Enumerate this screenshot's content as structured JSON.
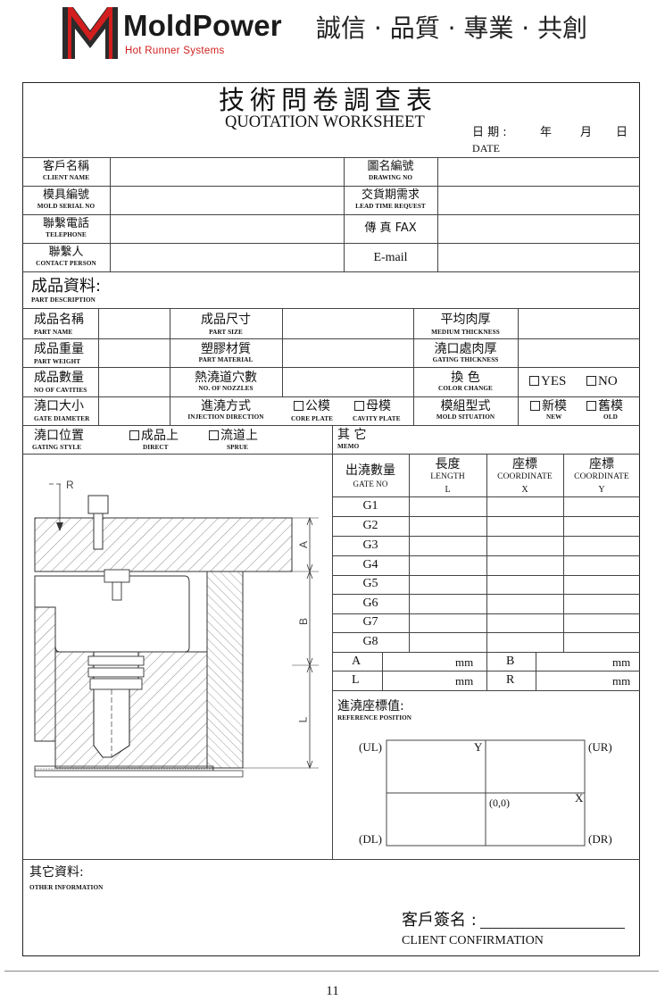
{
  "header": {
    "brand": "MoldPower",
    "brand_sub": "Hot Runner Systems",
    "slogan": "誠信 · 品質 · 專業 · 共創"
  },
  "title": {
    "zh": "技術問卷調查表",
    "en": "QUOTATION WORKSHEET"
  },
  "date": {
    "label_zh": "日 期 :",
    "label_en": "DATE",
    "year": "年",
    "month": "月",
    "day": "日"
  },
  "client_info": [
    {
      "zh": "客戶名稱",
      "en": "CLIENT NAME",
      "zh2": "圖名編號",
      "en2": "DRAWING NO"
    },
    {
      "zh": "模具編號",
      "en": "MOLD SERIAL NO",
      "zh2": "交貨期需求",
      "en2": "LEAD TIME REQUEST"
    },
    {
      "zh": "聯繫電話",
      "en": "TELEPHONE",
      "zh2": "傳 真 FAX",
      "en2": ""
    },
    {
      "zh": "聯繫人",
      "en": "CONTACT PERSON",
      "zh2": "E-mail",
      "en2": ""
    }
  ],
  "part": {
    "section_zh": "成品資料:",
    "section_en": "PART DESCRIPTION",
    "name_zh": "成品名稱",
    "name_en": "PART NAME",
    "size_zh": "成品尺寸",
    "size_en": "PART SIZE",
    "thick_zh": "平均肉厚",
    "thick_en": "MEDIUM THICKNESS",
    "weight_zh": "成品重量",
    "weight_en": "PART WEIGHT",
    "material_zh": "塑膠材質",
    "material_en": "PART MATERIAL",
    "gthick_zh": "澆口處肉厚",
    "gthick_en": "GATING THICKNESS",
    "cav_zh": "成品數量",
    "cav_en": "NO OF CAVITIES",
    "noz_zh": "熱澆道穴數",
    "noz_en": "NO. OF NOZZLES",
    "color_zh": "換 色",
    "color_en": "COLOR CHANGE",
    "yes": "YES",
    "no": "NO",
    "gate_zh": "澆口大小",
    "gate_en": "GATE DIAMETER",
    "inj_zh": "進澆方式",
    "inj_en": "INJECTION DIRECTION",
    "core_zh": "公模",
    "core_en": "CORE PLATE",
    "cavity_zh": "母模",
    "cavity_en": "CAVITY PLATE",
    "mold_zh": "模組型式",
    "mold_en": "MOLD SITUATION",
    "new_zh": "新模",
    "new_en": "NEW",
    "old_zh": "舊模",
    "old_en": "OLD",
    "gstyle_zh": "澆口位置",
    "gstyle_en": "GATING STYLE",
    "direct_zh": "成品上",
    "direct_en": "DIRECT",
    "sprue_zh": "流道上",
    "sprue_en": "SPRUE",
    "memo_zh": "其 它",
    "memo_en": "MEMO"
  },
  "gate_table": {
    "gate_zh": "出澆數量",
    "gate_en": "GATE NO",
    "len_zh": "長度",
    "len_en": "LENGTH",
    "len_sym": "L",
    "cx_zh": "座標",
    "cx_en": "COORDINATE",
    "cx_sym": "X",
    "cy_zh": "座標",
    "cy_en": "COORDINATE",
    "cy_sym": "Y",
    "rows": [
      "G1",
      "G2",
      "G3",
      "G4",
      "G5",
      "G6",
      "G7",
      "G8"
    ]
  },
  "dims": {
    "a": "A",
    "b": "B",
    "l": "L",
    "r": "R",
    "unit": "mm"
  },
  "drawing": {
    "r_label": "R",
    "a_label": "A",
    "b_label": "B",
    "l_label": "L"
  },
  "ref": {
    "zh": "進澆座標值:",
    "en": "REFERENCE POSITION",
    "ul": "(UL)",
    "ur": "(UR)",
    "dl": "(DL)",
    "dr": "(DR)",
    "y": "Y",
    "x": "X",
    "origin": "(0,0)"
  },
  "other": {
    "zh": "其它資料:",
    "en": "OTHER INFORMATION"
  },
  "signature": {
    "zh": "客戶簽名 :",
    "en": "CLIENT CONFIRMATION"
  },
  "page": "11"
}
